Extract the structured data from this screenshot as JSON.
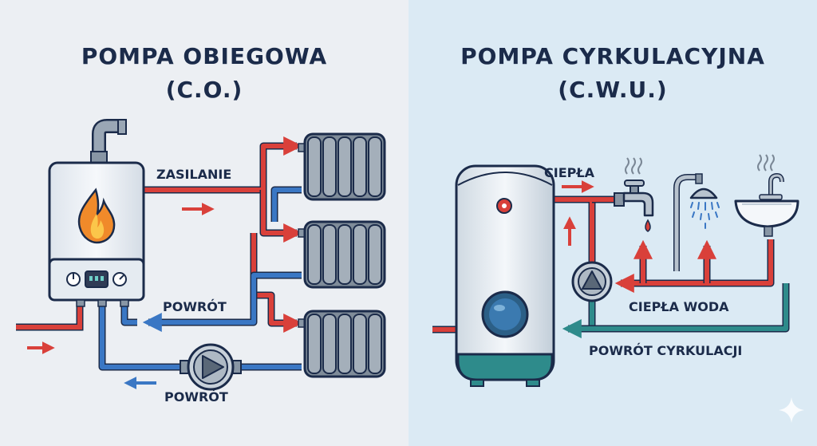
{
  "left": {
    "title_line1": "POMPA OBIEGOWA",
    "title_line2": "(C.O.)",
    "label_supply": "ZASILANIE",
    "label_return_top": "POWRÓT",
    "label_return_bottom": "POWRÓT"
  },
  "right": {
    "title_line1": "POMPA CYRKULACYJNA",
    "title_line2": "(C.W.U.)",
    "label_hot_short": "CIEPŁA",
    "label_hot_water": "CIEPŁA WODA",
    "label_circ_return": "POWRÓT CYRKULACJI"
  },
  "colors": {
    "hot": "#d9403a",
    "cold": "#3a77c4",
    "teal": "#2e8b8b",
    "bg_left": "#eceff3",
    "bg_right": "#dbeaf4",
    "title": "#1b2b4a"
  },
  "icons": [
    "boiler-icon",
    "flame-icon",
    "pump-icon",
    "radiator-icon",
    "water-tank-icon",
    "faucet-icon",
    "shower-icon",
    "sink-icon",
    "sparkle-icon"
  ]
}
